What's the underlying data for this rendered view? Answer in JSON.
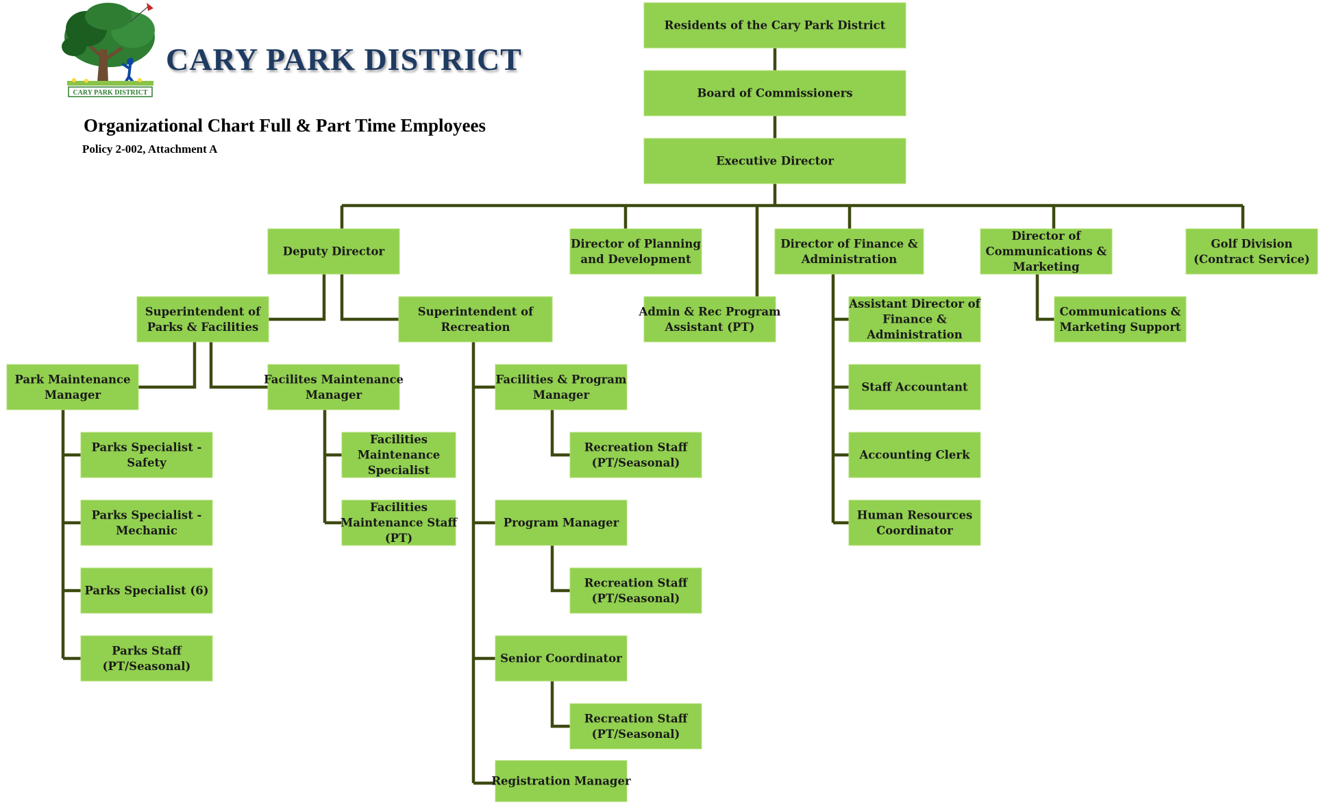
{
  "header": {
    "brand_name": "CARY PARK DISTRICT",
    "logo_text": "CARY PARK DISTRICT",
    "title": "Organizational Chart Full & Part Time Employees",
    "subtitle": "Policy 2-002, Attachment A"
  },
  "colors": {
    "box_fill": "#92d050",
    "box_border": "#b4e07a",
    "connector": "#3d4a10",
    "brand_text": "#1f3b62",
    "tree_green": "#2e7d32"
  },
  "nodes": [
    {
      "id": "residents",
      "label": [
        "Residents of the Cary Park District"
      ]
    },
    {
      "id": "board",
      "label": [
        "Board of Commissioners"
      ]
    },
    {
      "id": "executive-director",
      "label": [
        "Executive Director"
      ]
    },
    {
      "id": "deputy-director",
      "label": [
        "Deputy Director"
      ]
    },
    {
      "id": "director-planning",
      "label": [
        "Director of Planning",
        "and Development"
      ]
    },
    {
      "id": "director-finance",
      "label": [
        "Director of Finance &",
        "Administration"
      ]
    },
    {
      "id": "director-communications",
      "label": [
        "Director of",
        "Communications &",
        "Marketing"
      ]
    },
    {
      "id": "golf-division",
      "label": [
        "Golf Division",
        "(Contract Service)"
      ]
    },
    {
      "id": "admin-rec-assistant",
      "label": [
        "Admin & Rec Program",
        "Assistant (PT)"
      ]
    },
    {
      "id": "supt-parks",
      "label": [
        "Superintendent of",
        "Parks & Facilities"
      ]
    },
    {
      "id": "supt-recreation",
      "label": [
        "Superintendent of",
        "Recreation"
      ]
    },
    {
      "id": "park-maint-manager",
      "label": [
        "Park Maintenance",
        "Manager"
      ]
    },
    {
      "id": "facilities-maint-manager",
      "label": [
        "Facilites Maintenance",
        "Manager"
      ]
    },
    {
      "id": "parks-specialist-safety",
      "label": [
        "Parks Specialist -",
        "Safety"
      ]
    },
    {
      "id": "parks-specialist-mechanic",
      "label": [
        "Parks Specialist -",
        "Mechanic"
      ]
    },
    {
      "id": "parks-specialist-6",
      "label": [
        "Parks Specialist (6)"
      ]
    },
    {
      "id": "parks-staff",
      "label": [
        "Parks Staff",
        "(PT/Seasonal)"
      ]
    },
    {
      "id": "facilities-maint-specialist",
      "label": [
        "Facilities",
        "Maintenance",
        "Specialist"
      ]
    },
    {
      "id": "facilities-maint-staff",
      "label": [
        "Facilities",
        "Maintenance Staff",
        "(PT)"
      ]
    },
    {
      "id": "facilities-program-manager",
      "label": [
        "Facilities & Program",
        "Manager"
      ]
    },
    {
      "id": "rec-staff-1",
      "label": [
        "Recreation Staff",
        "(PT/Seasonal)"
      ]
    },
    {
      "id": "program-manager",
      "label": [
        "Program Manager"
      ]
    },
    {
      "id": "rec-staff-2",
      "label": [
        "Recreation Staff",
        "(PT/Seasonal)"
      ]
    },
    {
      "id": "senior-coordinator",
      "label": [
        "Senior Coordinator"
      ]
    },
    {
      "id": "rec-staff-3",
      "label": [
        "Recreation Staff",
        "(PT/Seasonal)"
      ]
    },
    {
      "id": "registration-manager",
      "label": [
        "Registration Manager"
      ]
    },
    {
      "id": "asst-director-finance",
      "label": [
        "Assistant Director of",
        "Finance &",
        "Administration"
      ]
    },
    {
      "id": "staff-accountant",
      "label": [
        "Staff Accountant"
      ]
    },
    {
      "id": "accounting-clerk",
      "label": [
        "Accounting Clerk"
      ]
    },
    {
      "id": "hr-coordinator",
      "label": [
        "Human Resources",
        "Coordinator"
      ]
    },
    {
      "id": "comm-marketing-support",
      "label": [
        "Communications &",
        "Marketing Support"
      ]
    }
  ],
  "edges": [
    [
      "residents",
      "board"
    ],
    [
      "board",
      "executive-director"
    ],
    [
      "executive-director",
      "deputy-director"
    ],
    [
      "executive-director",
      "director-planning"
    ],
    [
      "executive-director",
      "admin-rec-assistant"
    ],
    [
      "executive-director",
      "director-finance"
    ],
    [
      "executive-director",
      "director-communications"
    ],
    [
      "executive-director",
      "golf-division"
    ],
    [
      "deputy-director",
      "supt-parks"
    ],
    [
      "deputy-director",
      "supt-recreation"
    ],
    [
      "supt-parks",
      "park-maint-manager"
    ],
    [
      "supt-parks",
      "facilities-maint-manager"
    ],
    [
      "park-maint-manager",
      "parks-specialist-safety"
    ],
    [
      "park-maint-manager",
      "parks-specialist-mechanic"
    ],
    [
      "park-maint-manager",
      "parks-specialist-6"
    ],
    [
      "park-maint-manager",
      "parks-staff"
    ],
    [
      "facilities-maint-manager",
      "facilities-maint-specialist"
    ],
    [
      "facilities-maint-manager",
      "facilities-maint-staff"
    ],
    [
      "supt-recreation",
      "facilities-program-manager"
    ],
    [
      "supt-recreation",
      "program-manager"
    ],
    [
      "supt-recreation",
      "senior-coordinator"
    ],
    [
      "supt-recreation",
      "registration-manager"
    ],
    [
      "facilities-program-manager",
      "rec-staff-1"
    ],
    [
      "program-manager",
      "rec-staff-2"
    ],
    [
      "senior-coordinator",
      "rec-staff-3"
    ],
    [
      "director-finance",
      "asst-director-finance"
    ],
    [
      "director-finance",
      "staff-accountant"
    ],
    [
      "director-finance",
      "accounting-clerk"
    ],
    [
      "director-finance",
      "hr-coordinator"
    ],
    [
      "director-communications",
      "comm-marketing-support"
    ]
  ]
}
